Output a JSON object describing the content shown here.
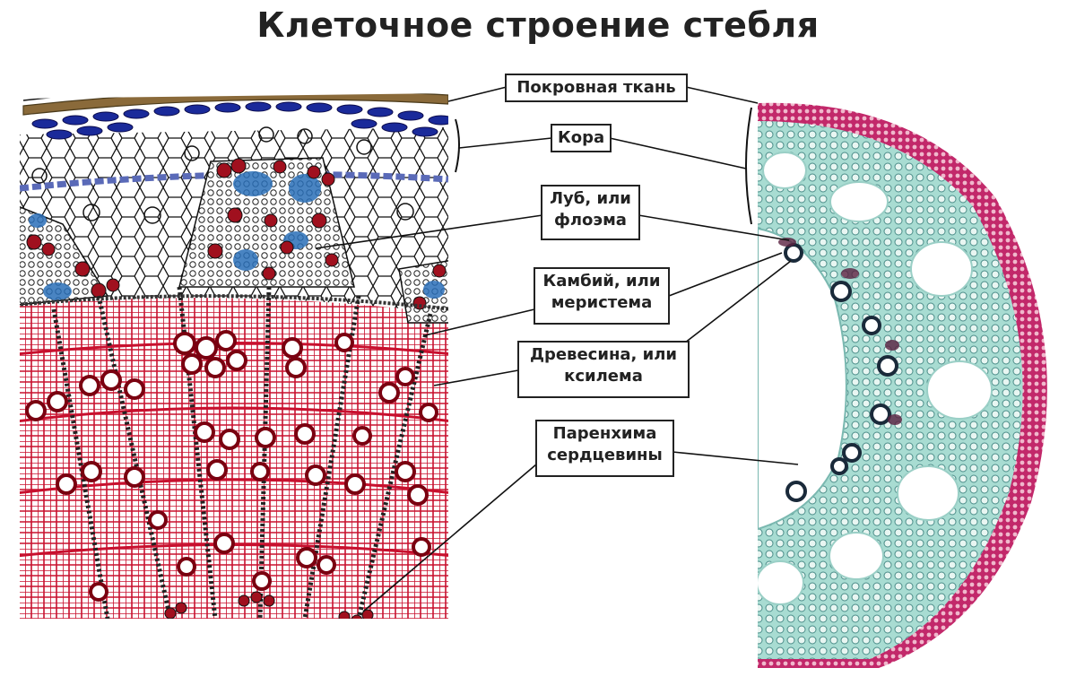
{
  "title": "Клеточное строение стебля",
  "labels": {
    "epidermis": "Покровная ткань",
    "cortex": "Кора",
    "phloem_l1": "Луб, или",
    "phloem_l2": "флоэма",
    "cambium_l1": "Камбий, или",
    "cambium_l2": "меристема",
    "xylem_l1": "Древесина, или",
    "xylem_l2": "ксилема",
    "pith_l1": "Паренхима",
    "pith_l2": "сердцевины"
  },
  "colors": {
    "wood_red": "#c8102e",
    "vessel_red": "#a0101e",
    "phloem_blue": "#2a6fb8",
    "cortex_blue": "#1a2a9a",
    "bark_brown": "#8a6a3a",
    "stain_pink": "#d0306a",
    "stain_teal": "#5fb3a8",
    "outline": "#111111"
  }
}
